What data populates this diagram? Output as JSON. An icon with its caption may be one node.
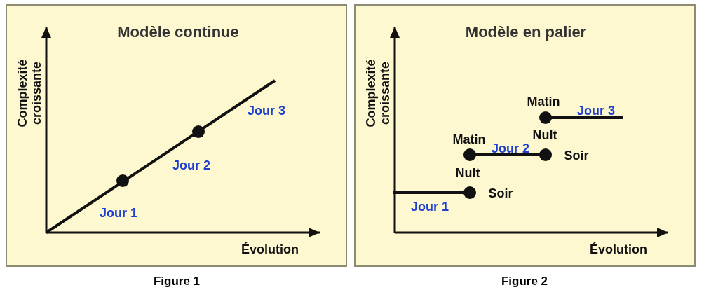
{
  "diagram": {
    "nodes": [
      {
        "text": [
          "Modèle continue"
        ],
        "beside": [
          "Figure 1"
        ]
      },
      {
        "text": [
          "Modèle en palier"
        ],
        "beside": [
          "Figure 2"
        ]
      }
    ],
    "labels": [
      "Complexité croissante",
      "Jour 3",
      "Jour 2",
      "Jour 1",
      "Évolution",
      "Complexité croissante",
      "Matin",
      "Jour 3",
      "Matin",
      "Nuit",
      "Jour 2",
      "Soir",
      "Nuit",
      "Soir",
      "Jour 1",
      "Évolution"
    ]
  }
}
